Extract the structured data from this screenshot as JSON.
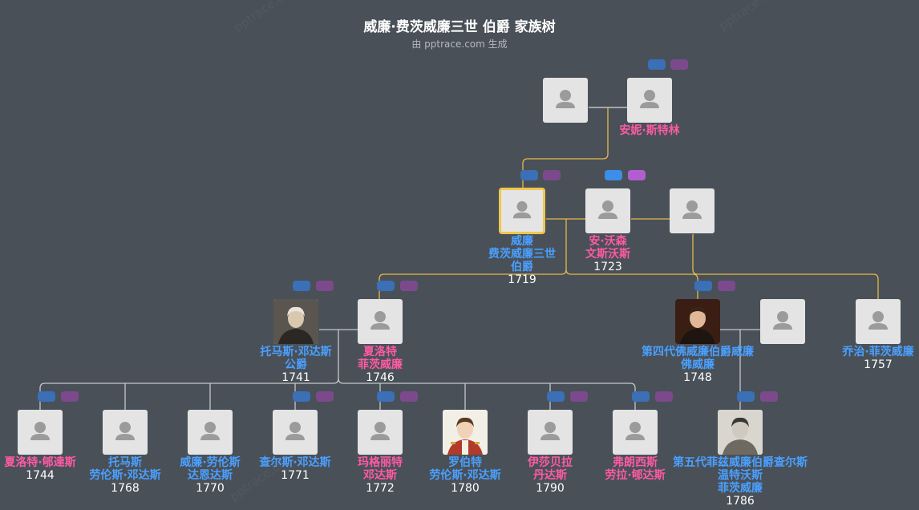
{
  "header": {
    "title": "威廉·费茨威廉三世 伯爵 家族树",
    "subtitle": "由 pptrace.com 生成",
    "watermark": "pptrace.com"
  },
  "colors": {
    "background": "#495058",
    "male": "#4aa0ff",
    "female": "#ff5aa4",
    "ancestor_line": "#e8b84a",
    "descendant_line": "#b0b5ba",
    "selected_border": "#f0c64c"
  },
  "people": {
    "gp_father": {
      "name": [],
      "year": ""
    },
    "gp_mother": {
      "name": [
        "安妮·斯特林"
      ],
      "year": ""
    },
    "subject": {
      "name": [
        "威廉",
        "费茨威廉三世",
        "伯爵"
      ],
      "year": "1719"
    },
    "spouse": {
      "name": [
        "安·沃森",
        "文斯沃斯"
      ],
      "year": "1723"
    },
    "spouse2": {
      "name": [],
      "year": ""
    },
    "son_in_law": {
      "name": [
        "托马斯·邓达斯",
        "公爵"
      ],
      "year": "1741"
    },
    "daughter_charlotte": {
      "name": [
        "夏洛特",
        "菲茨威廉"
      ],
      "year": "1746"
    },
    "son_william": {
      "name": [
        "第四代佛威廉伯爵威廉",
        "佛威廉"
      ],
      "year": "1748"
    },
    "daughter_in_law": {
      "name": [],
      "year": ""
    },
    "son_george": {
      "name": [
        "乔治·菲茨威廉"
      ],
      "year": "1757"
    },
    "gc_charlotte": {
      "name": [
        "夏洛特·郇達斯"
      ],
      "year": "1744"
    },
    "gc_thomas": {
      "name": [
        "托马斯",
        "劳伦斯·邓达斯"
      ],
      "year": "1768"
    },
    "gc_william": {
      "name": [
        "威廉·劳伦斯",
        "达恩达斯"
      ],
      "year": "1770"
    },
    "gc_charles": {
      "name": [
        "查尔斯·邓达斯"
      ],
      "year": "1771"
    },
    "gc_margaret": {
      "name": [
        "玛格丽特",
        "邓达斯"
      ],
      "year": "1772"
    },
    "gc_robert": {
      "name": [
        "罗伯特",
        "劳伦斯·邓达斯"
      ],
      "year": "1780"
    },
    "gc_isabella": {
      "name": [
        "伊莎贝拉",
        "丹达斯"
      ],
      "year": "1790"
    },
    "gc_frances": {
      "name": [
        "弗朗西斯",
        "劳拉·郇达斯"
      ],
      "year": ""
    },
    "gc_charles5": {
      "name": [
        "第五代菲兹威廉伯爵查尔斯",
        "温特沃斯",
        "菲茨威廉"
      ],
      "year": "1786"
    }
  }
}
